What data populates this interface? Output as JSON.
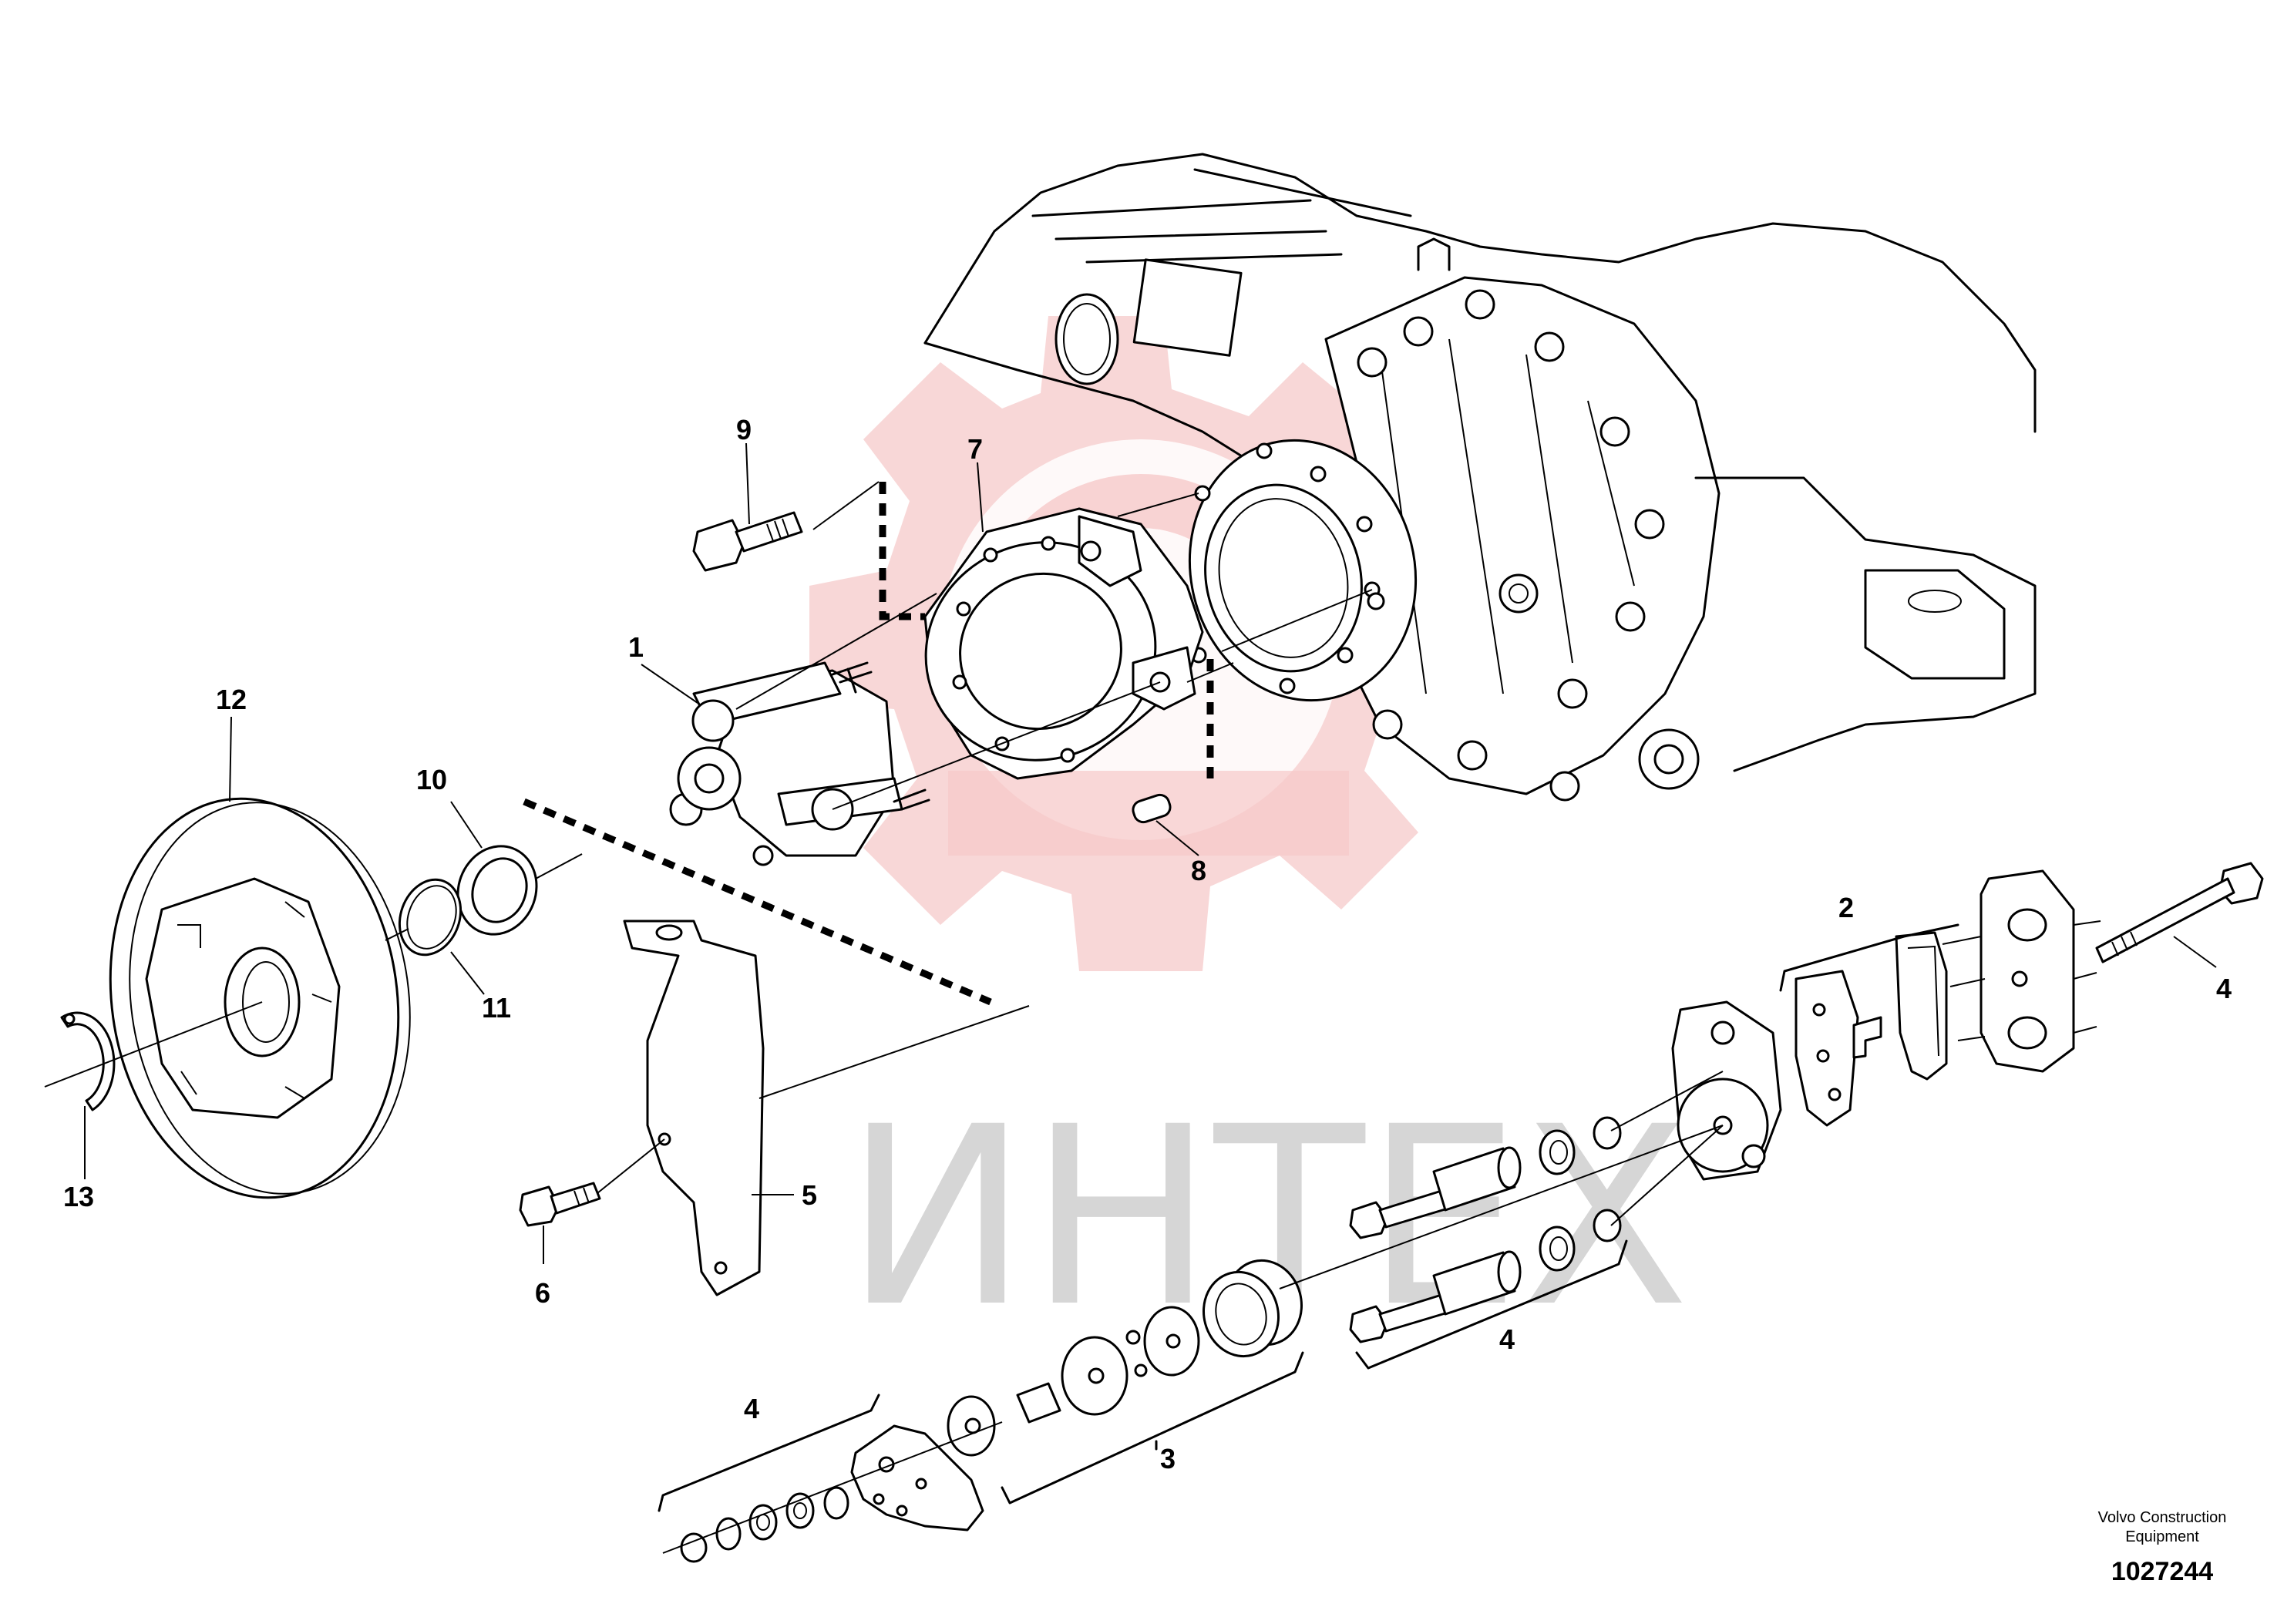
{
  "watermark": {
    "text": "ИНТЕХ",
    "gear_color": "#f6c9c9",
    "text_color": "#d6d6d6"
  },
  "labels": {
    "l1": "1",
    "l2": "2",
    "l3": "3",
    "l4a": "4",
    "l4b": "4",
    "l4c": "4",
    "l5": "5",
    "l6": "6",
    "l7": "7",
    "l8": "8",
    "l9": "9",
    "l10": "10",
    "l11": "11",
    "l12": "12",
    "l13": "13"
  },
  "footer": {
    "company_line1": "Volvo Construction",
    "company_line2": "Equipment",
    "diagram_number": "1027244"
  }
}
